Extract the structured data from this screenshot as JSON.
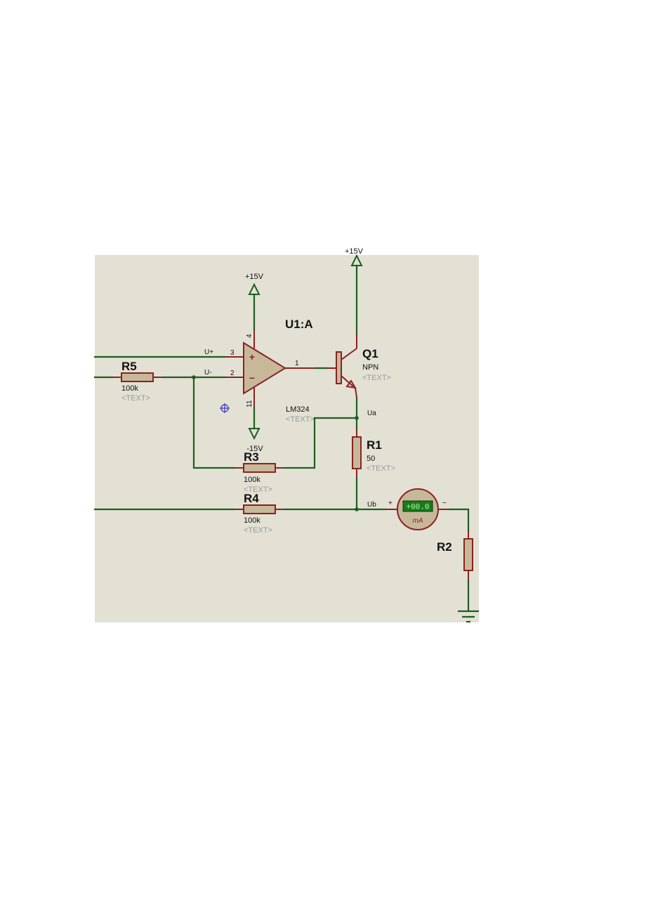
{
  "colors": {
    "canvas": "#e2e1d4",
    "wire": "#1f5e1f",
    "component_outline": "#8a2222",
    "component_fill": "#c8b89a",
    "meter_display": "#1a7a1a"
  },
  "rails": {
    "vcc_top": "+15V",
    "vcc_opamp": "+15V",
    "vee_opamp": "-15V"
  },
  "opamp": {
    "ref": "U1:A",
    "value": "LM324",
    "text": "<TEXT>",
    "pin_plus": "3",
    "pin_minus": "2",
    "pin_out": "1",
    "pin_vcc": "4",
    "pin_vee": "11",
    "sign_plus": "+",
    "sign_minus": "−"
  },
  "nets": {
    "u_plus": "U+",
    "u_minus": "U-",
    "ua": "Ua",
    "ub": "Ub"
  },
  "transistor": {
    "ref": "Q1",
    "value": "NPN",
    "text": "<TEXT>"
  },
  "resistors": {
    "r1": {
      "ref": "R1",
      "value": "50",
      "text": "<TEXT>"
    },
    "r2": {
      "ref": "R2"
    },
    "r3": {
      "ref": "R3",
      "value": "100k",
      "text": "<TEXT>"
    },
    "r4": {
      "ref": "R4",
      "value": "100k",
      "text": "<TEXT>"
    },
    "r5": {
      "ref": "R5",
      "value": "100k",
      "text": "<TEXT>"
    }
  },
  "meter": {
    "unit": "mA",
    "display": "+00.0",
    "plus": "+",
    "minus": "−"
  },
  "icons": {
    "cursor": "crosshair-cursor-icon",
    "ground": "ground-icon",
    "power": "power-arrow-icon"
  }
}
